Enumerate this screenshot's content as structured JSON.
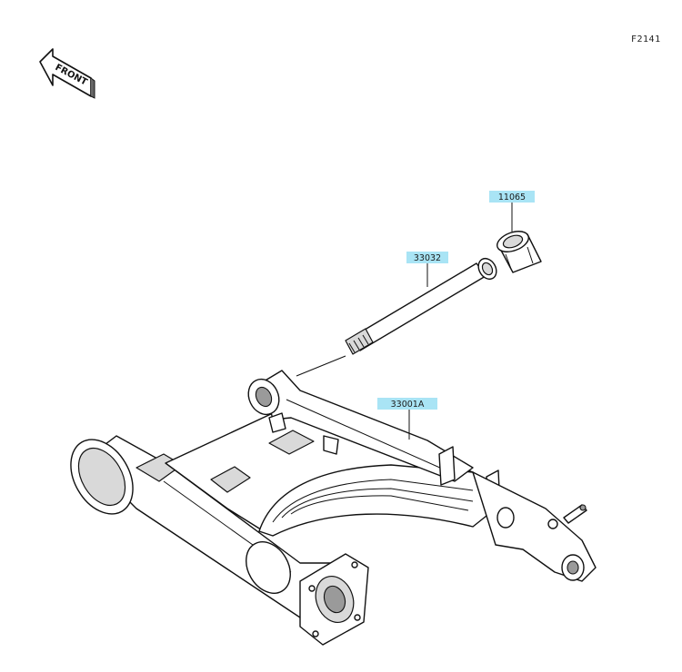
{
  "figure_code": "F2141",
  "front_label": "FRONT",
  "callouts": [
    {
      "id": "callout-11065",
      "part_number": "11065"
    },
    {
      "id": "callout-33032",
      "part_number": "33032"
    },
    {
      "id": "callout-33001a",
      "part_number": "33001A"
    }
  ]
}
